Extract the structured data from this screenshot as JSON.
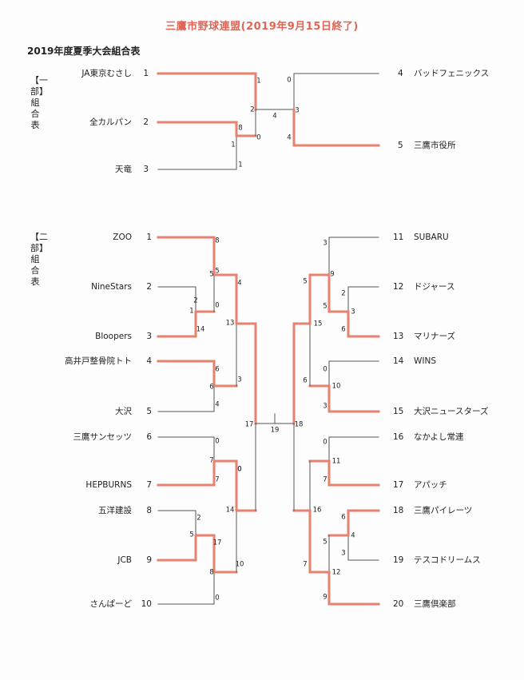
{
  "title": "三鷹市野球連盟(2019年9月15日終了)",
  "subtitle": "2019年度夏季大会組合表",
  "colors": {
    "winner_line": "#e8816f",
    "line": "#555555",
    "title": "#e06555"
  },
  "division1": {
    "label": "【一部】組合表",
    "teams": [
      {
        "no": "1",
        "name": "JA東京むさし"
      },
      {
        "no": "2",
        "name": "全カルパン"
      },
      {
        "no": "3",
        "name": "天竜"
      },
      {
        "no": "4",
        "name": "バッドフェニックス"
      },
      {
        "no": "5",
        "name": "三鷹市役所"
      }
    ]
  },
  "division2": {
    "label": "【二部】組合表",
    "teams": [
      {
        "no": "1",
        "name": "ZOO"
      },
      {
        "no": "2",
        "name": "NineStars"
      },
      {
        "no": "3",
        "name": "Bloopers"
      },
      {
        "no": "4",
        "name": "高井戸整骨院トト"
      },
      {
        "no": "5",
        "name": "大沢"
      },
      {
        "no": "6",
        "name": "三鷹サンセッツ"
      },
      {
        "no": "7",
        "name": "HEPBURNS"
      },
      {
        "no": "8",
        "name": "五洋建設"
      },
      {
        "no": "9",
        "name": "JCB"
      },
      {
        "no": "10",
        "name": "さんぱーど"
      },
      {
        "no": "11",
        "name": "SUBARU"
      },
      {
        "no": "12",
        "name": "ドジャース"
      },
      {
        "no": "13",
        "name": "マリナーズ"
      },
      {
        "no": "14",
        "name": "WINS"
      },
      {
        "no": "15",
        "name": "大沢ニュースターズ"
      },
      {
        "no": "16",
        "name": "なかよし常連"
      },
      {
        "no": "17",
        "name": "アパッチ"
      },
      {
        "no": "18",
        "name": "三鷹パイレーツ"
      },
      {
        "no": "19",
        "name": "テスコドリームス"
      },
      {
        "no": "20",
        "name": "三鷹倶楽部"
      }
    ]
  },
  "scores": {
    "d1": [
      "1",
      "8",
      "1",
      "2",
      "1",
      "0",
      "4",
      "3",
      "0",
      "4"
    ],
    "d2": [
      "2",
      "5",
      "1",
      "14",
      "0",
      "8",
      "5",
      "6",
      "6",
      "4",
      "4",
      "3",
      "13",
      "0",
      "7",
      "7",
      "0",
      "2",
      "5",
      "17",
      "8",
      "0",
      "0",
      "14",
      "10",
      "17",
      "19",
      "18",
      "3",
      "9",
      "2",
      "3",
      "5",
      "6",
      "5",
      "15",
      "0",
      "10",
      "3",
      "6",
      "11",
      "0",
      "7",
      "6",
      "4",
      "3",
      "5",
      "12",
      "9",
      "7",
      "16"
    ]
  }
}
